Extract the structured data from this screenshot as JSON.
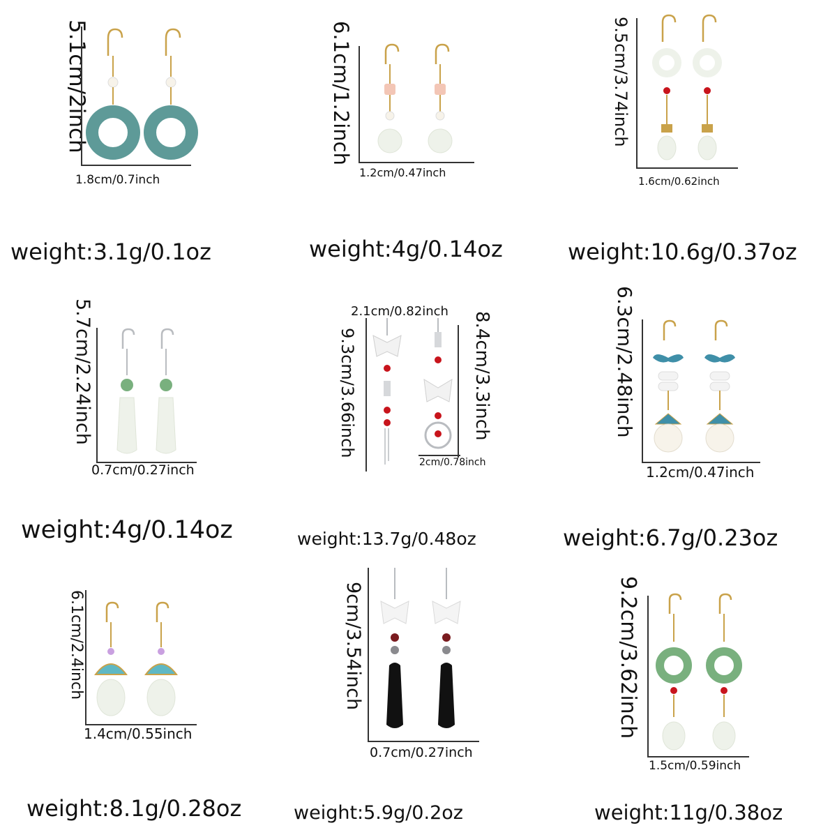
{
  "items": [
    {
      "height": "5.1cm/2inch",
      "width": "1.8cm/0.7inch",
      "weight": "weight:3.1g/0.1oz"
    },
    {
      "height": "6.1cm/1.2inch",
      "width": "1.2cm/0.47inch",
      "weight": "weight:4g/0.14oz"
    },
    {
      "height": "9.5cm/3.74inch",
      "width": "1.6cm/0.62inch",
      "weight": "weight:10.6g/0.37oz"
    },
    {
      "height": "5.7cm/2.24inch",
      "width": "0.7cm/0.27inch",
      "weight": "weight:4g/0.14oz"
    },
    {
      "height": "9.3cm/3.66inch",
      "width": "2.1cm/0.82inch",
      "height2": "8.4cm/3.3inch",
      "width2": "2cm/0.78inch",
      "weight": "weight:13.7g/0.48oz"
    },
    {
      "height": "6.3cm/2.48inch",
      "width": "1.2cm/0.47inch",
      "weight": "weight:6.7g/0.23oz"
    },
    {
      "height": "6.1cm/2.4inch",
      "width": "1.4cm/0.55inch",
      "weight": "weight:8.1g/0.28oz"
    },
    {
      "height": "9cm/3.54inch",
      "width": "0.7cm/0.27inch",
      "weight": "weight:5.9g/0.2oz"
    },
    {
      "height": "9.2cm/3.62inch",
      "width": "1.5cm/0.59inch",
      "weight": "weight:11g/0.38oz"
    }
  ],
  "colors": {
    "gold": "#c9a24a",
    "silver": "#b9bcc0",
    "teal_jade": "#5e9a98",
    "green_jade": "#79b07e",
    "white_jade": "#eef2ea",
    "red_bead": "#c8141c",
    "pearl": "#f7f3ea",
    "black_onyx": "#111111"
  }
}
